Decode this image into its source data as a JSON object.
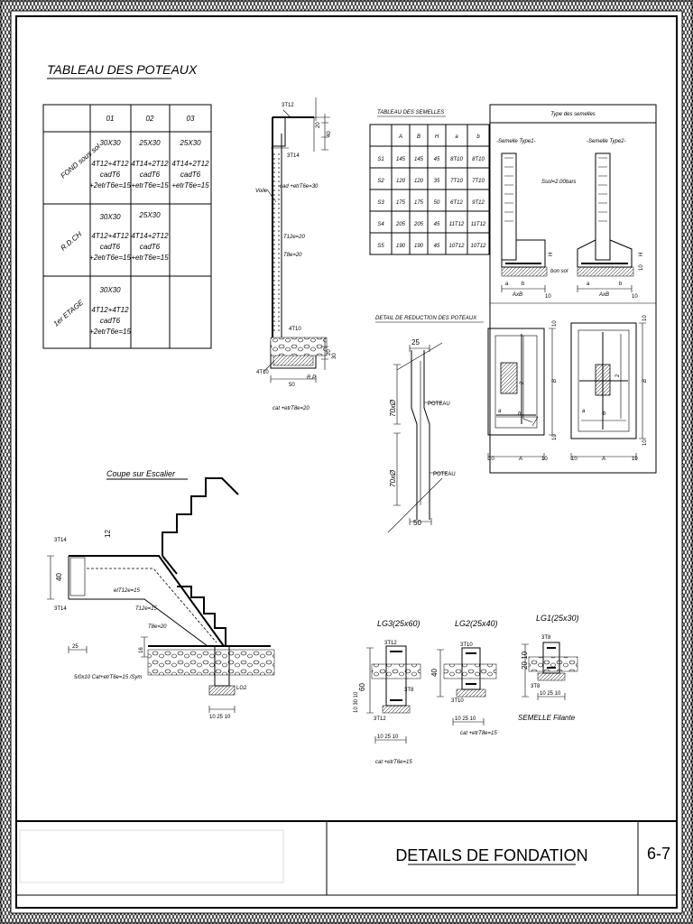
{
  "title_block": {
    "title": "DETAILS DE FONDATION",
    "sheet_number": "6-7"
  },
  "poteaux": {
    "title": "TABLEAU DES POTEAUX",
    "columns": [
      "01",
      "02",
      "03"
    ],
    "rows": [
      {
        "label": "FOND sous sol",
        "cells": [
          [
            "30X30",
            "4T12+4T12",
            "cadT6",
            "+2etrT6e=15"
          ],
          [
            "25X30",
            "4T14+2T12",
            "cadT6",
            "+etrT6e=15"
          ],
          [
            "25X30",
            "4T14+2T12",
            "cadT6",
            "+etrT6e=15"
          ]
        ]
      },
      {
        "label": "R.D.CH",
        "cells": [
          [
            "30X30",
            "4T12+4T12",
            "cadT6",
            "+2etrT6e=15"
          ],
          [
            "25X30",
            "4T14+2T12",
            "cadT6",
            "+etrT6e=15"
          ],
          []
        ]
      },
      {
        "label": "1er ETAGE",
        "cells": [
          [
            "30X30",
            "4T12+4T12",
            "cadT6",
            "+2etrT6e=15"
          ],
          [],
          []
        ]
      }
    ]
  },
  "voile": {
    "labels": {
      "top_bar": "3T12",
      "bar_3t14": "3T14",
      "voile": "Voile",
      "cad": "cad +etrT6e=30",
      "t12": "T12e=20",
      "t8": "T8e=20",
      "bar_4t10_top": "4T10",
      "bar_4t10_bottom": "4T10",
      "width": "50",
      "rp": "R.P",
      "bottom_note": "cat +etrT8e=20",
      "dim_20": "20",
      "dim_40": "40",
      "dim_20b": "20",
      "dim_30": "30"
    }
  },
  "semelles": {
    "title": "TABLEAU DES SEMELLES",
    "headers": [
      "",
      "A",
      "B",
      "H",
      "a",
      "b"
    ],
    "rows": [
      [
        "S1",
        "145",
        "145",
        "45",
        "8T10",
        "8T10"
      ],
      [
        "S2",
        "120",
        "120",
        "35",
        "7T10",
        "7T10"
      ],
      [
        "S3",
        "175",
        "175",
        "50",
        "6T12",
        "9T12"
      ],
      [
        "S4",
        "205",
        "205",
        "45",
        "11T12",
        "11T12"
      ],
      [
        "S5",
        "190",
        "190",
        "45",
        "10T12",
        "10T12"
      ]
    ]
  },
  "types": {
    "title": "Type des semelles",
    "type1": "-Semelle Type1-",
    "type2": "-Semelle Type2-",
    "sol": "Ssol=2.00bars",
    "bon_sol": "bon sol",
    "axb": "AxB",
    "dims": {
      "a": "a",
      "b": "b",
      "h": "H",
      "ten": "10",
      "big_a": "A",
      "big_b": "B",
      "two": "2"
    }
  },
  "reduction": {
    "title": "DETAIL DE REDUCTION DES POTEAUX",
    "top_dim": "25",
    "bottom_dim": "50",
    "lap1": "70xØ",
    "lap2": "70xØ",
    "poteau": "POTEAU"
  },
  "escalier": {
    "title": "Coupe sur Escalier",
    "labels": {
      "bar_top": "3T14",
      "bar_bottom": "3T14",
      "dim_40": "40",
      "dim_12": "12",
      "et": "etT12e=15",
      "t12": "T12e=15",
      "t8": "T8e=20",
      "dim_25": "25",
      "dim_16": "16",
      "note": "5/0x10 Cat+etrT6e=15 /Sym",
      "lg2": "LG2",
      "bottom_dims": "10 25 10"
    }
  },
  "longrines": [
    {
      "title": "LG3(25x60)",
      "bar_top": "3T12",
      "bar_mid": "3T8",
      "bar_bot": "3T12",
      "dims_v": "60",
      "dims_h": "10 25 10",
      "note": "cat +etrT6e=15"
    },
    {
      "title": "LG2(25x40)",
      "bar_top": "3T10",
      "bar_mid": "",
      "bar_bot": "3T10",
      "dims_v": "40",
      "dims_h": "10 25 10",
      "note": "cat +etrT8e=15"
    },
    {
      "title": "LG1(25x30)",
      "bar_top": "3T8",
      "bar_mid": "",
      "bar_bot": "3T8",
      "dims_v": "20 10",
      "dims_h": "10 25 10",
      "note": "SEMELLE Filante"
    }
  ],
  "extra_labels": {
    "lg_small_dims": "10 30 10"
  }
}
